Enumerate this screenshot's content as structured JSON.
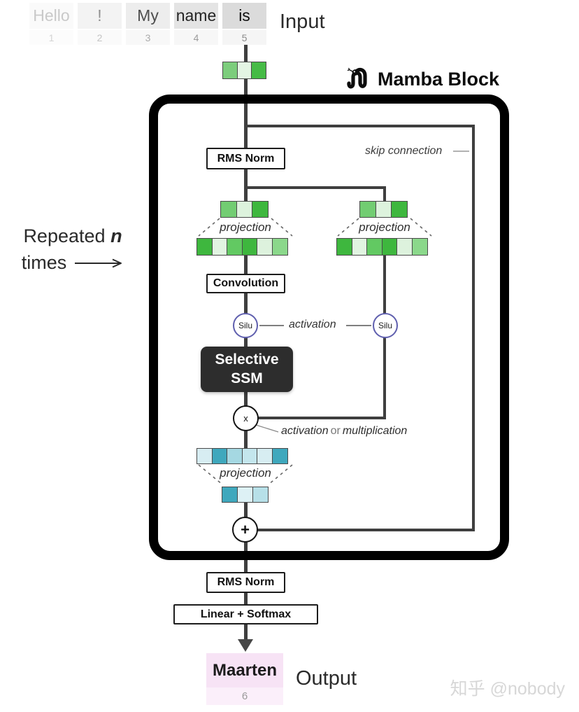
{
  "header": {
    "title": "Mamba Block",
    "input_label": "Input"
  },
  "tokens": {
    "items": [
      {
        "text": "Hello",
        "num": "1"
      },
      {
        "text": "!",
        "num": "2"
      },
      {
        "text": "My",
        "num": "3"
      },
      {
        "text": "name",
        "num": "4"
      },
      {
        "text": "is",
        "num": "5"
      }
    ]
  },
  "repeat_note": {
    "word1": "Repeated",
    "n": "n",
    "word2": "times"
  },
  "block": {
    "rms_norm": "RMS Norm",
    "skip_label": "skip connection",
    "projection": "projection",
    "convolution": "Convolution",
    "silu": "Silu",
    "ssm_line1": "Selective",
    "ssm_line2": "SSM",
    "mult_symbol": "x",
    "activation_label": "activation",
    "gate_italic1": "activation",
    "gate_or": "or",
    "gate_italic2": "multiplication",
    "plus_symbol": "+"
  },
  "output": {
    "rms_norm": "RMS Norm",
    "linear_softmax": "Linear + Softmax",
    "token": "Maarten",
    "num": "6",
    "label": "Output"
  },
  "watermark": "知乎 @nobody",
  "strips": {
    "input": [
      "#7ccd7c",
      "#e4f5e4",
      "#46bb46"
    ],
    "green_small": [
      "#72cd72",
      "#ddf3dd",
      "#3eb73e"
    ],
    "green_wide": [
      "#3eb73e",
      "#e1f4e1",
      "#62c962",
      "#3eb73e",
      "#ddf2dd",
      "#8bd88b"
    ],
    "blue_wide": [
      "#d7edf2",
      "#3fa8bd",
      "#a5d8e2",
      "#c4e6ed",
      "#d7edf2",
      "#3fa8bd"
    ],
    "blue_small": [
      "#3fa8bd",
      "#ddf1f5",
      "#b7e0e8"
    ]
  },
  "colors": {
    "line": "#3f3f3f",
    "block_border": "#000000",
    "cell_border": "#4a4a4a",
    "silu_border": "#5f5fae",
    "ssm_bg": "#2d2d2d",
    "token_pink": "#f7e3f5",
    "token_pink_light": "#fbeffa"
  }
}
